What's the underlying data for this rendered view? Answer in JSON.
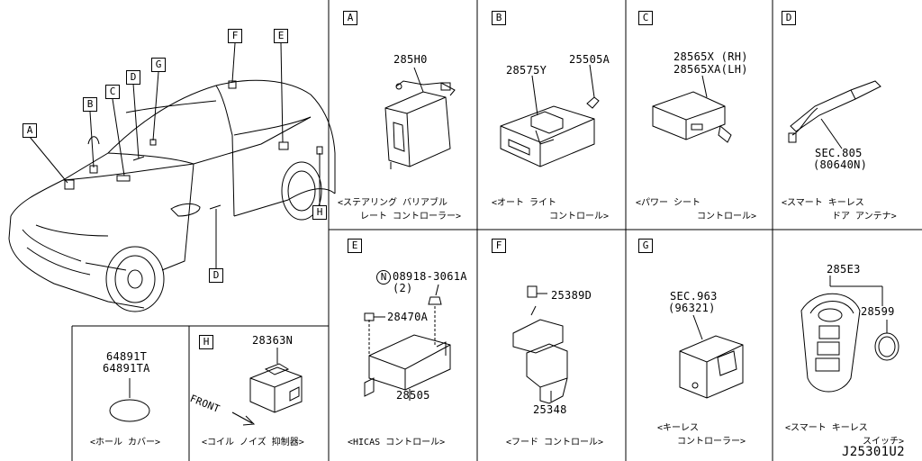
{
  "diagram_id": "J25301U2",
  "car_callouts": [
    "A",
    "B",
    "C",
    "D",
    "G",
    "F",
    "E",
    "H",
    "D"
  ],
  "panels": [
    {
      "letter": "A",
      "parts": [
        "285H0"
      ],
      "caption": [
        "<ステアリング バリアブル",
        "レート コントローラー>"
      ]
    },
    {
      "letter": "B",
      "parts": [
        "28575Y",
        "25505A"
      ],
      "caption": [
        "<オート ライト",
        "コントロール>"
      ]
    },
    {
      "letter": "C",
      "parts": [
        "28565X (RH)",
        "28565XA(LH)"
      ],
      "caption": [
        "<パワー シート",
        "コントロール>"
      ]
    },
    {
      "letter": "D",
      "parts": [
        "SEC.805",
        "(80640N)"
      ],
      "caption": [
        "<スマート キーレス",
        "ドア アンテナ>"
      ]
    },
    {
      "letter": "E",
      "parts": [
        "08918-3061A",
        "(2)",
        "28470A",
        "28505"
      ],
      "caption": [
        "<HICAS コントロール>"
      ]
    },
    {
      "letter": "F",
      "parts": [
        "25389D",
        "25348"
      ],
      "caption": [
        "<フード コントロール>"
      ]
    },
    {
      "letter": "G",
      "parts": [
        "SEC.963",
        "(96321)"
      ],
      "caption": [
        "<キーレス",
        "コントローラー>"
      ]
    },
    {
      "letter": "",
      "parts": [
        "285E3",
        "28599"
      ],
      "caption": [
        "<スマート キーレス",
        "スイッチ>"
      ]
    },
    {
      "letter": "",
      "parts": [
        "64891T",
        "64891TA"
      ],
      "caption": [
        "<ホール カバー>"
      ]
    },
    {
      "letter": "H",
      "parts": [
        "28363N"
      ],
      "caption": [
        "<コイル ノイズ 抑制器>"
      ]
    }
  ],
  "front_label": "FRONT",
  "nut_symbol": "N"
}
